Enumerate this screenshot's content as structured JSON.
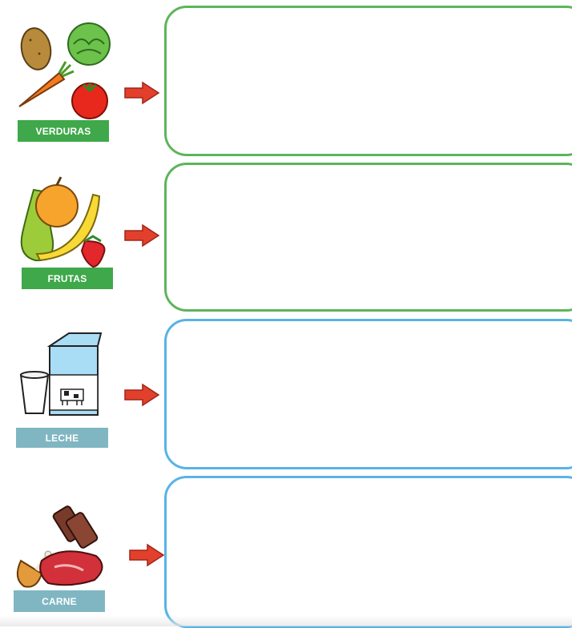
{
  "categories": [
    {
      "label": "VERDURAS",
      "label_color": "#3fa84a",
      "border_color": "#5db55b",
      "icon": "vegetables-icon"
    },
    {
      "label": "FRUTAS",
      "label_color": "#3fa84a",
      "border_color": "#5db55b",
      "icon": "fruits-icon"
    },
    {
      "label": "LECHE",
      "label_color": "#7fb6c2",
      "border_color": "#58b3e6",
      "icon": "milk-icon"
    },
    {
      "label": "CARNE",
      "label_color": "#7fb6c2",
      "border_color": "#58b3e6",
      "icon": "meat-icon"
    }
  ],
  "arrow_color": "#e2402c"
}
